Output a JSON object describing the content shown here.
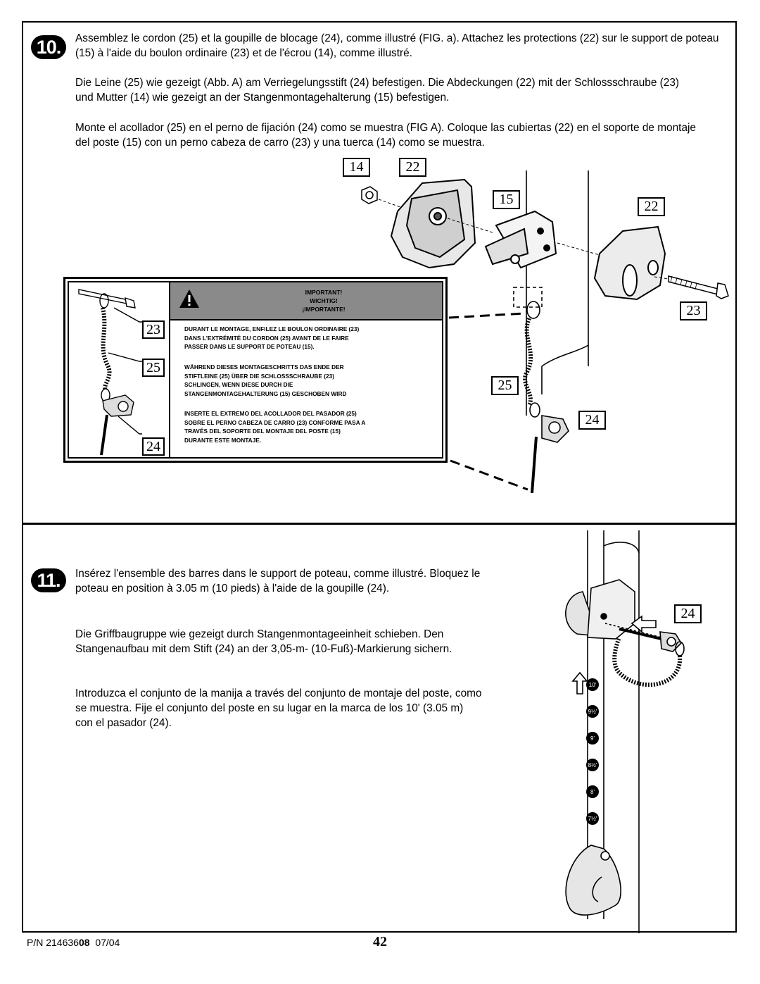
{
  "step10": {
    "number": "10.",
    "fr": "Assemblez le cordon (25) et la goupille de blocage (24), comme illustré (FIG. a). Attachez les protections (22) sur le support de poteau (15) à l'aide du boulon ordinaire (23) et de l'écrou (14), comme illustré.",
    "de": "Die Leine (25) wie gezeigt (Abb. A) am Verriegelungsstift (24) befestigen. Die Abdeckungen (22) mit der Schlossschraube (23) und Mutter (14) wie gezeigt an der Stangenmontagehalterung (15) befestigen.",
    "es": "Monte el acollador (25) en el perno de fijación (24) como se muestra (FIG A). Coloque las cubiertas (22) en el soporte de montaje del poste (15) con un perno cabeza de carro (23) y una tuerca (14) como se muestra.",
    "callouts": {
      "nut": "14",
      "cover_left": "22",
      "bracket": "15",
      "cover_right": "22",
      "bolt": "23",
      "lanyard": "25",
      "pin": "24"
    }
  },
  "warning": {
    "title_en": "IMPORTANT!",
    "title_de": "WICHTIG!",
    "title_es": "¡IMPORTANTE!",
    "text_fr_1": "DURANT LE MONTAGE, ENFILEZ LE BOULON ORDINAIRE (23)",
    "text_fr_2": "DANS L'EXTRÉMITÉ DU CORDON (25) AVANT DE LE FAIRE",
    "text_fr_3": "PASSER DANS LE SUPPORT DE POTEAU (15).",
    "text_de_1": "WÄHREND DIESES MONTAGESCHRITTS DAS ENDE DER",
    "text_de_2": "STIFTLEINE (25) ÜBER DIE SCHLOSSSCHRAUBE (23)",
    "text_de_3": "SCHLINGEN, WENN DIESE DURCH DIE",
    "text_de_4": "STANGENMONTAGEHALTERUNG (15) GESCHOBEN WIRD",
    "text_es_1": "INSERTE EL EXTREMO DEL ACOLLADOR DEL PASADOR (25)",
    "text_es_2": "SOBRE EL PERNO CABEZA DE CARRO (23) CONFORME PASA A",
    "text_es_3": "TRAVÉS DEL SOPORTE DEL MONTAJE DEL POSTE (15)",
    "text_es_4": "DURANTE ESTE MONTAJE.",
    "callouts": {
      "bolt": "23",
      "lanyard": "25",
      "pin": "24"
    }
  },
  "step11": {
    "number": "11.",
    "fr": "Insérez l'ensemble des barres dans le support de poteau, comme illustré. Bloquez le poteau en position à 3.05 m (10 pieds) à l'aide de la goupille (24).",
    "de": "Die Griffbaugruppe wie gezeigt durch Stangenmontageeinheit schieben. Den Stangenaufbau mit dem Stift (24) an der 3,05-m- (10-Fuß)-Markierung sichern.",
    "es": "Introduzca el conjunto de la manija a través del conjunto de montaje del poste, como se muestra. Fije el conjunto del poste en su lugar en la marca de los 10' (3.05 m) con el pasador (24).",
    "pin_callout": "24",
    "height_marks": [
      "10'",
      "9½'",
      "9'",
      "8½'",
      "8'",
      "7½'"
    ]
  },
  "footer": {
    "pn_prefix": "P/N 214636",
    "pn_bold": "08",
    "date": "07/04",
    "page": "42"
  }
}
